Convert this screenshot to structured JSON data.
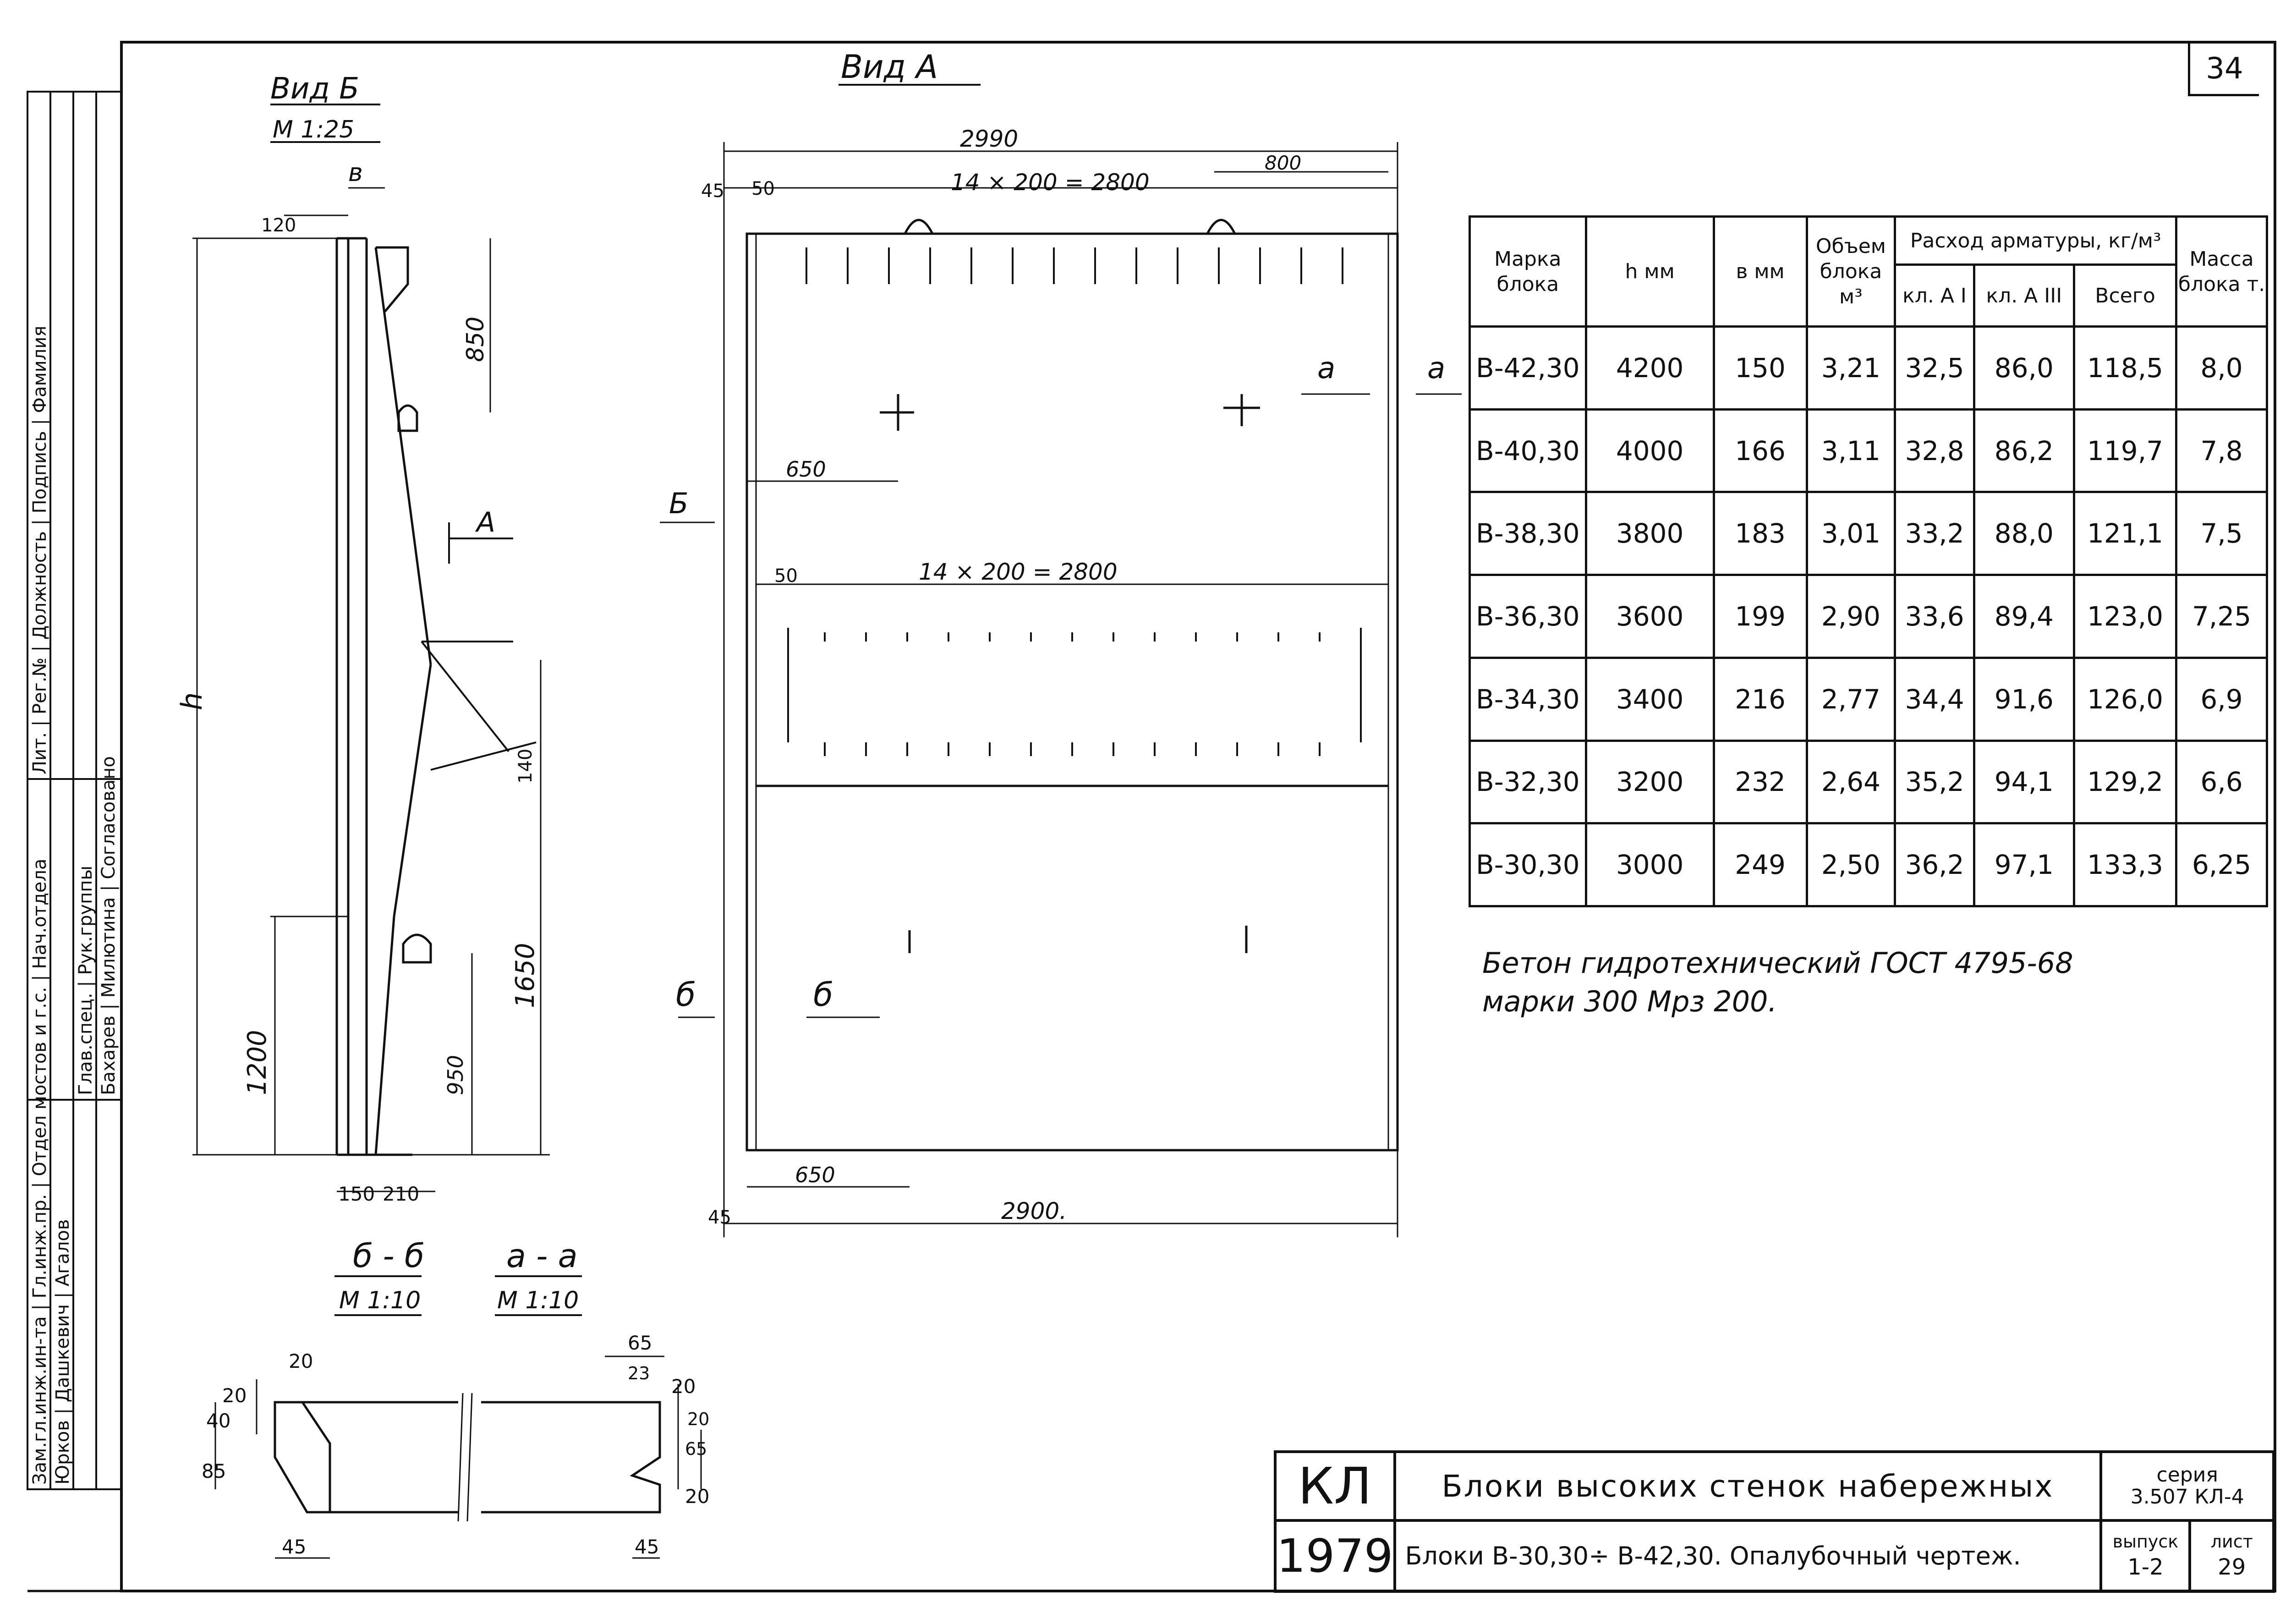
{
  "sheet_number": "34",
  "views": {
    "view_a_title": "Вид А",
    "view_b_title": "Вид Б",
    "view_b_scale": "М 1:25",
    "section_bb_title": "б - б",
    "section_bb_scale": "М 1:10",
    "section_aa_title": "а - а",
    "section_aa_scale": "М 1:10"
  },
  "view_a_dims": {
    "overall_top": "2990",
    "top_right": "800",
    "edge_45": "45",
    "edge_50": "50",
    "loops_top": "14 × 200 = 2800",
    "loops_mid": "14 × 200 = 2800",
    "mid_50": "50",
    "offset_650_top": "650",
    "offset_650_bottom": "650",
    "overall_bottom": "2900.",
    "bottom_45": "45",
    "cut_a": "а",
    "cut_a_right": "а",
    "cut_b_arrow": "Б",
    "cut_b_left": "б",
    "cut_b_right": "б"
  },
  "view_b_dims": {
    "b_label": "в",
    "top_120": "120",
    "dim_850": "850",
    "h_label": "h",
    "dim_1200": "1200",
    "dim_1650": "1650",
    "dim_950": "950",
    "dim_140": "140",
    "bottom_150": "150",
    "bottom_210": "210",
    "arrow_a": "А"
  },
  "section_dims": {
    "l_20_top": "20",
    "l_20_side": "20",
    "l_40": "40",
    "l_85": "85",
    "l_45": "45",
    "r_65": "65",
    "r_23": "23",
    "r_20_top": "20",
    "r_20_mid": "20",
    "r_65_side": "65",
    "r_20_bottom": "20",
    "r_45": "45"
  },
  "table": {
    "headers": {
      "marka": "Марка блока",
      "h": "h мм",
      "b": "в мм",
      "volume": "Объем блока м³",
      "rashod": "Расход арматуры, кг/м³",
      "kl_a1": "кл. А I",
      "kl_a3": "кл. А III",
      "vsego": "Всего",
      "massa": "Масса блока т."
    },
    "rows": [
      [
        "В-42,30",
        "4200",
        "150",
        "3,21",
        "32,5",
        "86,0",
        "118,5",
        "8,0"
      ],
      [
        "В-40,30",
        "4000",
        "166",
        "3,11",
        "32,8",
        "86,2",
        "119,7",
        "7,8"
      ],
      [
        "В-38,30",
        "3800",
        "183",
        "3,01",
        "33,2",
        "88,0",
        "121,1",
        "7,5"
      ],
      [
        "В-36,30",
        "3600",
        "199",
        "2,90",
        "33,6",
        "89,4",
        "123,0",
        "7,25"
      ],
      [
        "В-34,30",
        "3400",
        "216",
        "2,77",
        "34,4",
        "91,6",
        "126,0",
        "6,9"
      ],
      [
        "В-32,30",
        "3200",
        "232",
        "2,64",
        "35,2",
        "94,1",
        "129,2",
        "6,6"
      ],
      [
        "В-30,30",
        "3000",
        "249",
        "2,50",
        "36,2",
        "97,1",
        "133,3",
        "6,25"
      ]
    ]
  },
  "note": {
    "line1": "Бетон гидротехнический ГОСТ 4795-68",
    "line2": "марки 300 Мрз 200."
  },
  "title_block": {
    "org": "КЛ",
    "year": "1979",
    "title": "Блоки высоких стенок набережных",
    "subtitle": "Блоки В-30,30÷ В-42,30. Опалубочный чертеж.",
    "series_label": "серия",
    "series_value": "3.507 КЛ-4",
    "issue_label": "выпуск",
    "issue_value": "1-2",
    "sheet_label": "лист",
    "sheet_value": "29"
  },
  "side_stamp": {
    "col1": "Зам.гл.инж.ин-та | Гл.инж.пр. | Отдел мостов и г.с. | Нач.отдела",
    "col2": "Юрков | Дашкевич | Агалов",
    "col3": "Глав.спец. | Рук.группы",
    "col4": "Бахарев | Милютина | Согласовано",
    "col5": "Лит. | Рег.№ | Должность | Подпись | Фамилия"
  }
}
